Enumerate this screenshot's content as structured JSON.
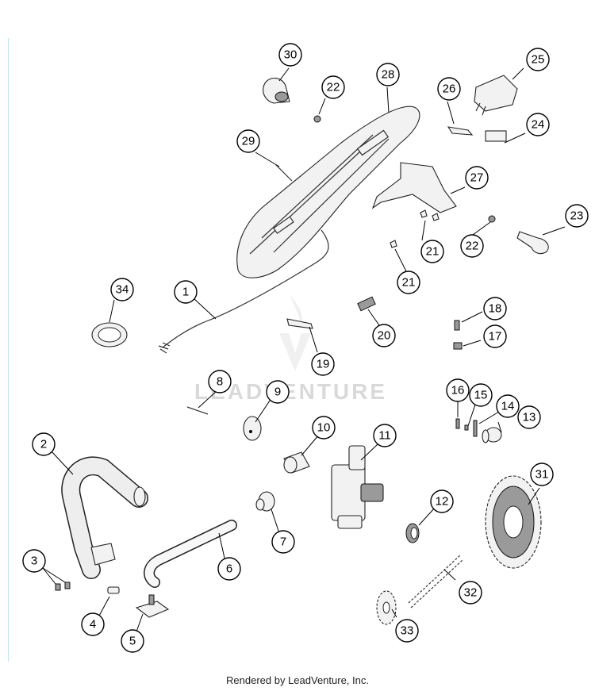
{
  "watermark": "LEADVENTURE",
  "footer": "Rendered by LeadVenture, Inc.",
  "callouts": [
    {
      "n": "1"
    },
    {
      "n": "2"
    },
    {
      "n": "3"
    },
    {
      "n": "4"
    },
    {
      "n": "5"
    },
    {
      "n": "6"
    },
    {
      "n": "7"
    },
    {
      "n": "8"
    },
    {
      "n": "9"
    },
    {
      "n": "10"
    },
    {
      "n": "11"
    },
    {
      "n": "12"
    },
    {
      "n": "13"
    },
    {
      "n": "14"
    },
    {
      "n": "15"
    },
    {
      "n": "16"
    },
    {
      "n": "17"
    },
    {
      "n": "18"
    },
    {
      "n": "19"
    },
    {
      "n": "20"
    },
    {
      "n": "21"
    },
    {
      "n": "21"
    },
    {
      "n": "22"
    },
    {
      "n": "22"
    },
    {
      "n": "23"
    },
    {
      "n": "24"
    },
    {
      "n": "25"
    },
    {
      "n": "26"
    },
    {
      "n": "27"
    },
    {
      "n": "28"
    },
    {
      "n": "29"
    },
    {
      "n": "30"
    },
    {
      "n": "31"
    },
    {
      "n": "32"
    },
    {
      "n": "33"
    },
    {
      "n": "34"
    }
  ]
}
